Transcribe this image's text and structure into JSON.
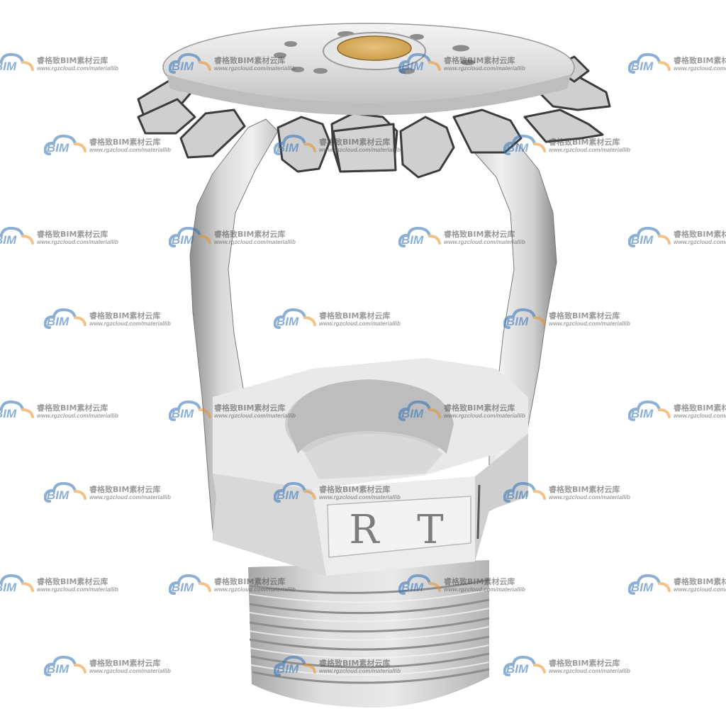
{
  "object": {
    "stamp_text": "R T"
  },
  "watermark": {
    "brand": "BIM",
    "name": "睿格致BIM素材云库",
    "url": "www.rgzcloud.com/materiallib",
    "colors": {
      "blue": "#2f6fb4",
      "orange": "#e8912a"
    }
  }
}
